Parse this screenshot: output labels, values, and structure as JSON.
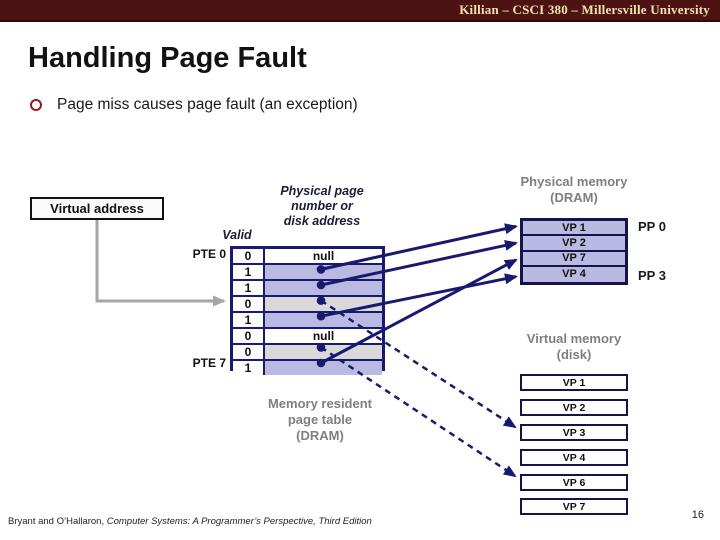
{
  "header_bar": {
    "text": "Killian – CSCI 380 – Millersville University"
  },
  "slide": {
    "title": "Handling Page Fault",
    "bullet": "Page miss causes page fault (an exception)"
  },
  "diagram": {
    "virtual_address_label": "Virtual address",
    "valid_header": "Valid",
    "ppn_header_lines": [
      "Physical page",
      "number or",
      "disk address"
    ],
    "pte_first_label": "PTE 0",
    "pte_last_label": "PTE 7",
    "page_table": {
      "caption_lines": [
        "Memory resident",
        "page table",
        "(DRAM)"
      ],
      "rows": [
        {
          "valid": "0",
          "value": "null",
          "kind": "null"
        },
        {
          "valid": "1",
          "value": "",
          "kind": "memory"
        },
        {
          "valid": "1",
          "value": "",
          "kind": "memory"
        },
        {
          "valid": "0",
          "value": "",
          "kind": "disk"
        },
        {
          "valid": "1",
          "value": "",
          "kind": "memory"
        },
        {
          "valid": "0",
          "value": "null",
          "kind": "null"
        },
        {
          "valid": "0",
          "value": "",
          "kind": "disk"
        },
        {
          "valid": "1",
          "value": "",
          "kind": "memory"
        }
      ]
    },
    "physical_memory": {
      "title_lines": [
        "Physical memory",
        "(DRAM)"
      ],
      "rows": [
        "VP 1",
        "VP 2",
        "VP 7",
        "VP 4"
      ],
      "pp_labels": [
        "PP 0",
        "PP 3"
      ]
    },
    "virtual_memory": {
      "title_lines": [
        "Virtual memory",
        "(disk)"
      ],
      "rows": [
        "VP 1",
        "VP 2",
        "VP 3",
        "VP 4",
        "VP 6",
        "VP 7"
      ]
    },
    "mappings": {
      "solid_arrows": [
        "PTE 1 → VP 1 (PP 0)",
        "PTE 2 → VP 2",
        "PTE 4 → VP 4 (PP 3)",
        "PTE 7 → VP 7"
      ],
      "dashed_arrows": [
        "PTE 3 → VP 3 (disk)",
        "PTE 6 → VP 6 (disk)"
      ],
      "fault_pointer": "Virtual address → PTE 3 (valid = 0, page fault)"
    },
    "colors": {
      "navy": "#191970",
      "lavender": "#b9b9e2",
      "disk_gray": "#d9d9d9",
      "caption_gray": "#7f7f7f",
      "bar_maroon": "#4d1313",
      "bar_text": "#f2e0b0",
      "bullet_red": "#8c1d1d",
      "pointer_gray": "#a6a6a6"
    }
  },
  "footer": {
    "credit_prefix": "Bryant and O’Hallaron, ",
    "credit_title": "Computer Systems: A Programmer’s Perspective, Third Edition",
    "page_number": "16"
  }
}
